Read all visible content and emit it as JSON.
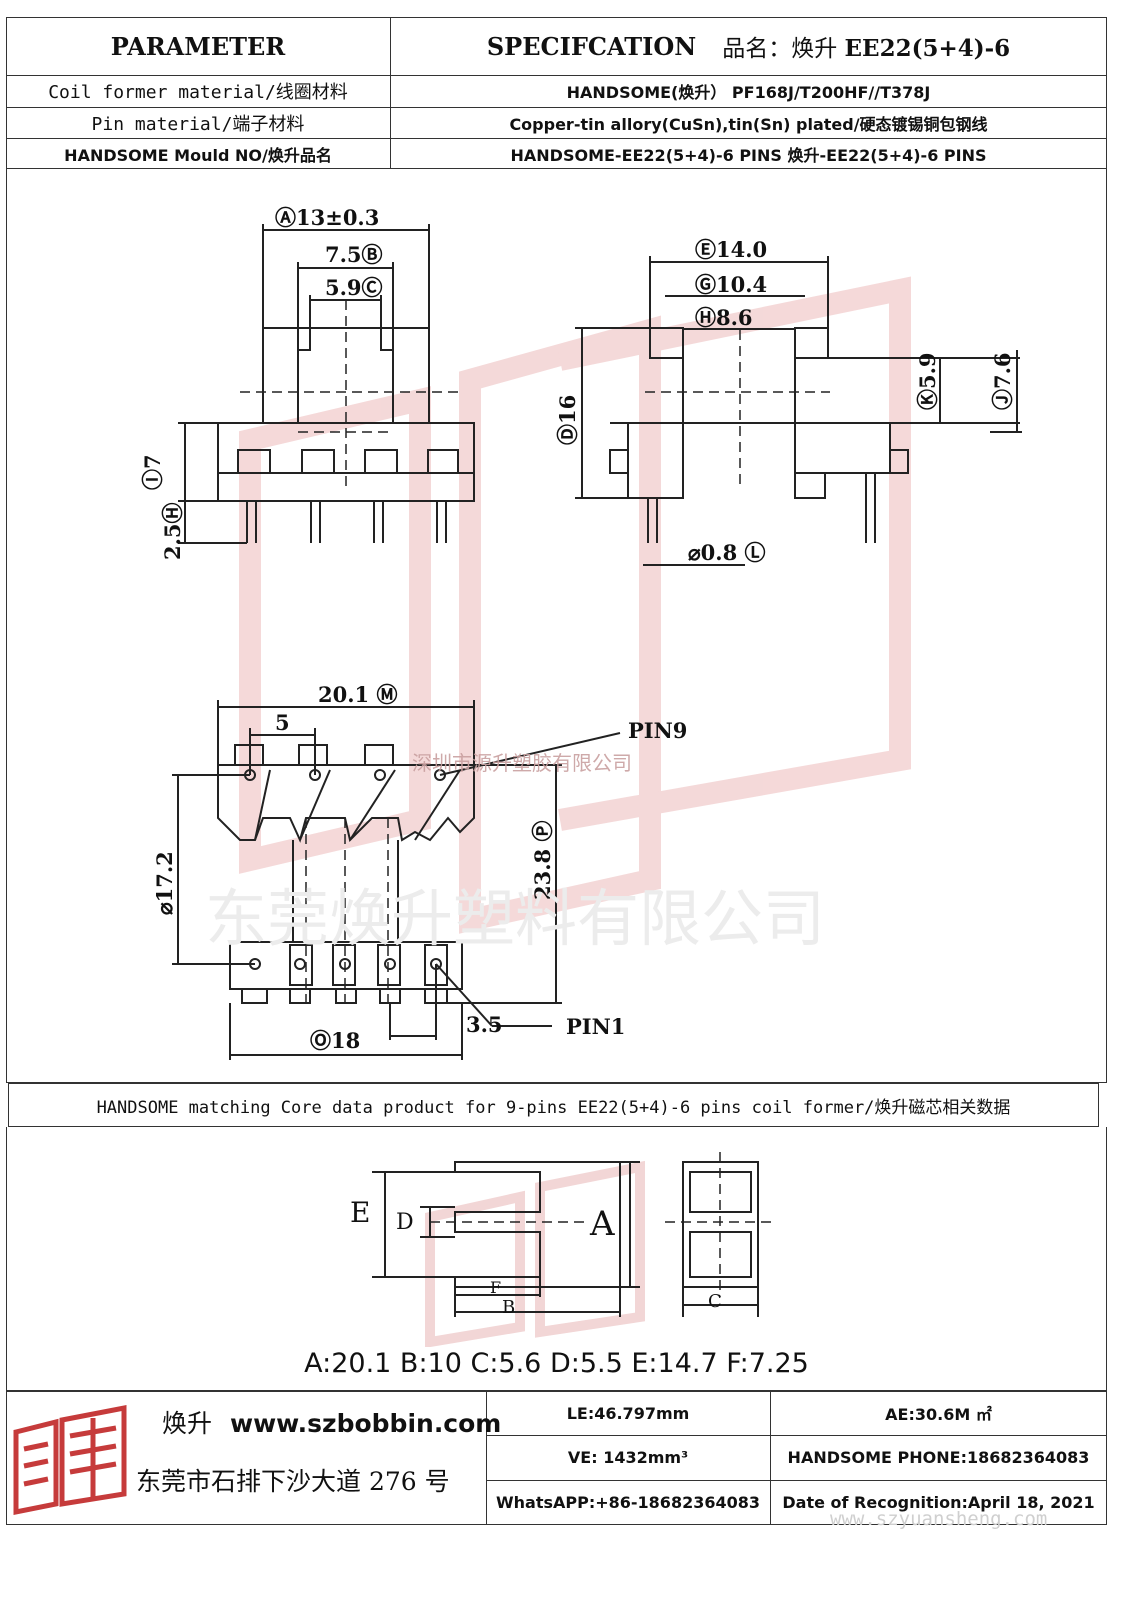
{
  "header": {
    "parameter": "PARAMETER",
    "specification": "SPECIFCATION",
    "product_name_label": "品名：焕升",
    "product_name_value": "EE22(5+4)-6"
  },
  "spec_rows": [
    {
      "label": "Coil former material/线圈材料",
      "value": "HANDSOME(焕升）  PF168J/T200HF//T378J"
    },
    {
      "label": "Pin material/端子材料",
      "value": "Copper-tin allory(CuSn),tin(Sn) plated/硬态镀锡铜包钢线"
    },
    {
      "label": "HANDSOME Mould NO/焕升品名",
      "value": "HANDSOME-EE22(5+4)-6 PINS   焕升-EE22(5+4)-6 PINS"
    }
  ],
  "drawing": {
    "front_dims": {
      "a": "Ⓐ13±0.3",
      "b": "7.5Ⓑ",
      "c": "5.9Ⓒ",
      "h7": "Ⓘ7",
      "h25": "2.5Ⓗ"
    },
    "side_dims": {
      "e": "Ⓔ14.0",
      "g": "Ⓖ10.4",
      "h": "Ⓗ8.6",
      "d16": "Ⓓ16",
      "k": "Ⓚ5.9",
      "j": "Ⓙ7.6",
      "pin": "⌀0.8 Ⓛ"
    },
    "bottom_dims": {
      "m": "20.1 Ⓜ",
      "pitch": "5",
      "p": "23.8 Ⓟ",
      "n": "⌀17.2",
      "o": "Ⓞ18",
      "q": "3.5"
    },
    "pin9": "PIN9",
    "pin1": "PIN1",
    "watermark_small": "深圳市源升塑胶有限公司",
    "watermark_large": "东莞焕升塑料有限公司"
  },
  "core_section": {
    "title": "HANDSOME matching Core data  product for 9-pins EE22(5+4)-6 pins coil former/焕升磁芯相关数据",
    "letters": {
      "A": "A",
      "B": "B",
      "C": "C",
      "D": "D",
      "E": "E",
      "F": "F"
    },
    "values": "A:20.1 B:10 C:5.6 D:5.5 E:14.7 F:7.25"
  },
  "footer": {
    "brand": "焕升",
    "website": "www.szbobbin.com",
    "address": "东莞市石排下沙大道 276 号",
    "le": "LE:46.797mm",
    "ae": "AE:30.6M ㎡",
    "ve": "VE: 1432mm³",
    "phone": "HANDSOME PHONE:18682364083",
    "whatsapp": "WhatsAPP:+86-18682364083",
    "date": "Date of Recognition:April 18, 2021",
    "watermark_url": "www.szyuansheng.com"
  },
  "colors": {
    "line": "#333333",
    "watermark": "#e5a0a0",
    "logo": "#c63b3b"
  }
}
